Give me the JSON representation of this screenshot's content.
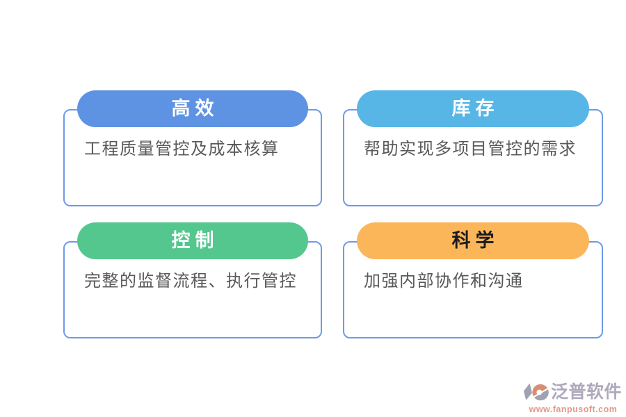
{
  "page": {
    "background_color": "#FFFFFF",
    "card_border_color": "#6D9AE8",
    "body_text_color": "#595959"
  },
  "cards": [
    {
      "title": "高效",
      "body": "工程质量管控及成本核算",
      "pill_color": "#5E93E4",
      "title_color": "#FFFFFF"
    },
    {
      "title": "库存",
      "body": "帮助实现多项目管控的需求",
      "pill_color": "#57B6E6",
      "title_color": "#FFFFFF"
    },
    {
      "title": "控制",
      "body": "完整的监督流程、执行管控",
      "pill_color": "#53C78E",
      "title_color": "#FFFFFF"
    },
    {
      "title": "科学",
      "body": "加强内部协作和沟通",
      "pill_color": "#FCB65A",
      "title_color": "#1C1C1C"
    }
  ],
  "logo": {
    "name": "泛普软件",
    "url": "www.fanpusoft.com",
    "name_color": "#AEA9BC",
    "url_color": "#E4988A",
    "icon_gray": "#9EA2B2",
    "icon_salmon": "#D98E72"
  }
}
